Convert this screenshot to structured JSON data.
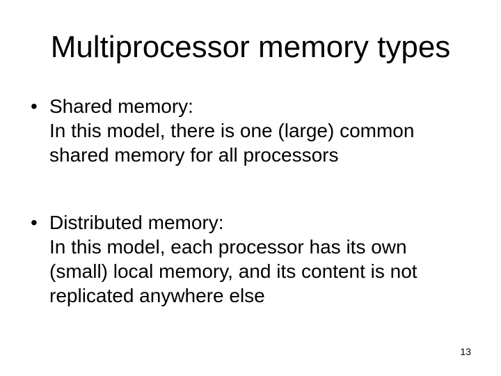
{
  "slide": {
    "title": "Multiprocessor memory types",
    "bullets": [
      {
        "marker": "•",
        "heading": "Shared memory:",
        "lines": [
          "In this model, there is one (large) common",
          "shared memory for all processors"
        ]
      },
      {
        "marker": "•",
        "heading": "Distributed memory:",
        "lines": [
          "In this model, each processor has its own",
          "(small) local memory, and its content is not",
          "replicated anywhere else"
        ]
      }
    ],
    "page_number": "13"
  }
}
